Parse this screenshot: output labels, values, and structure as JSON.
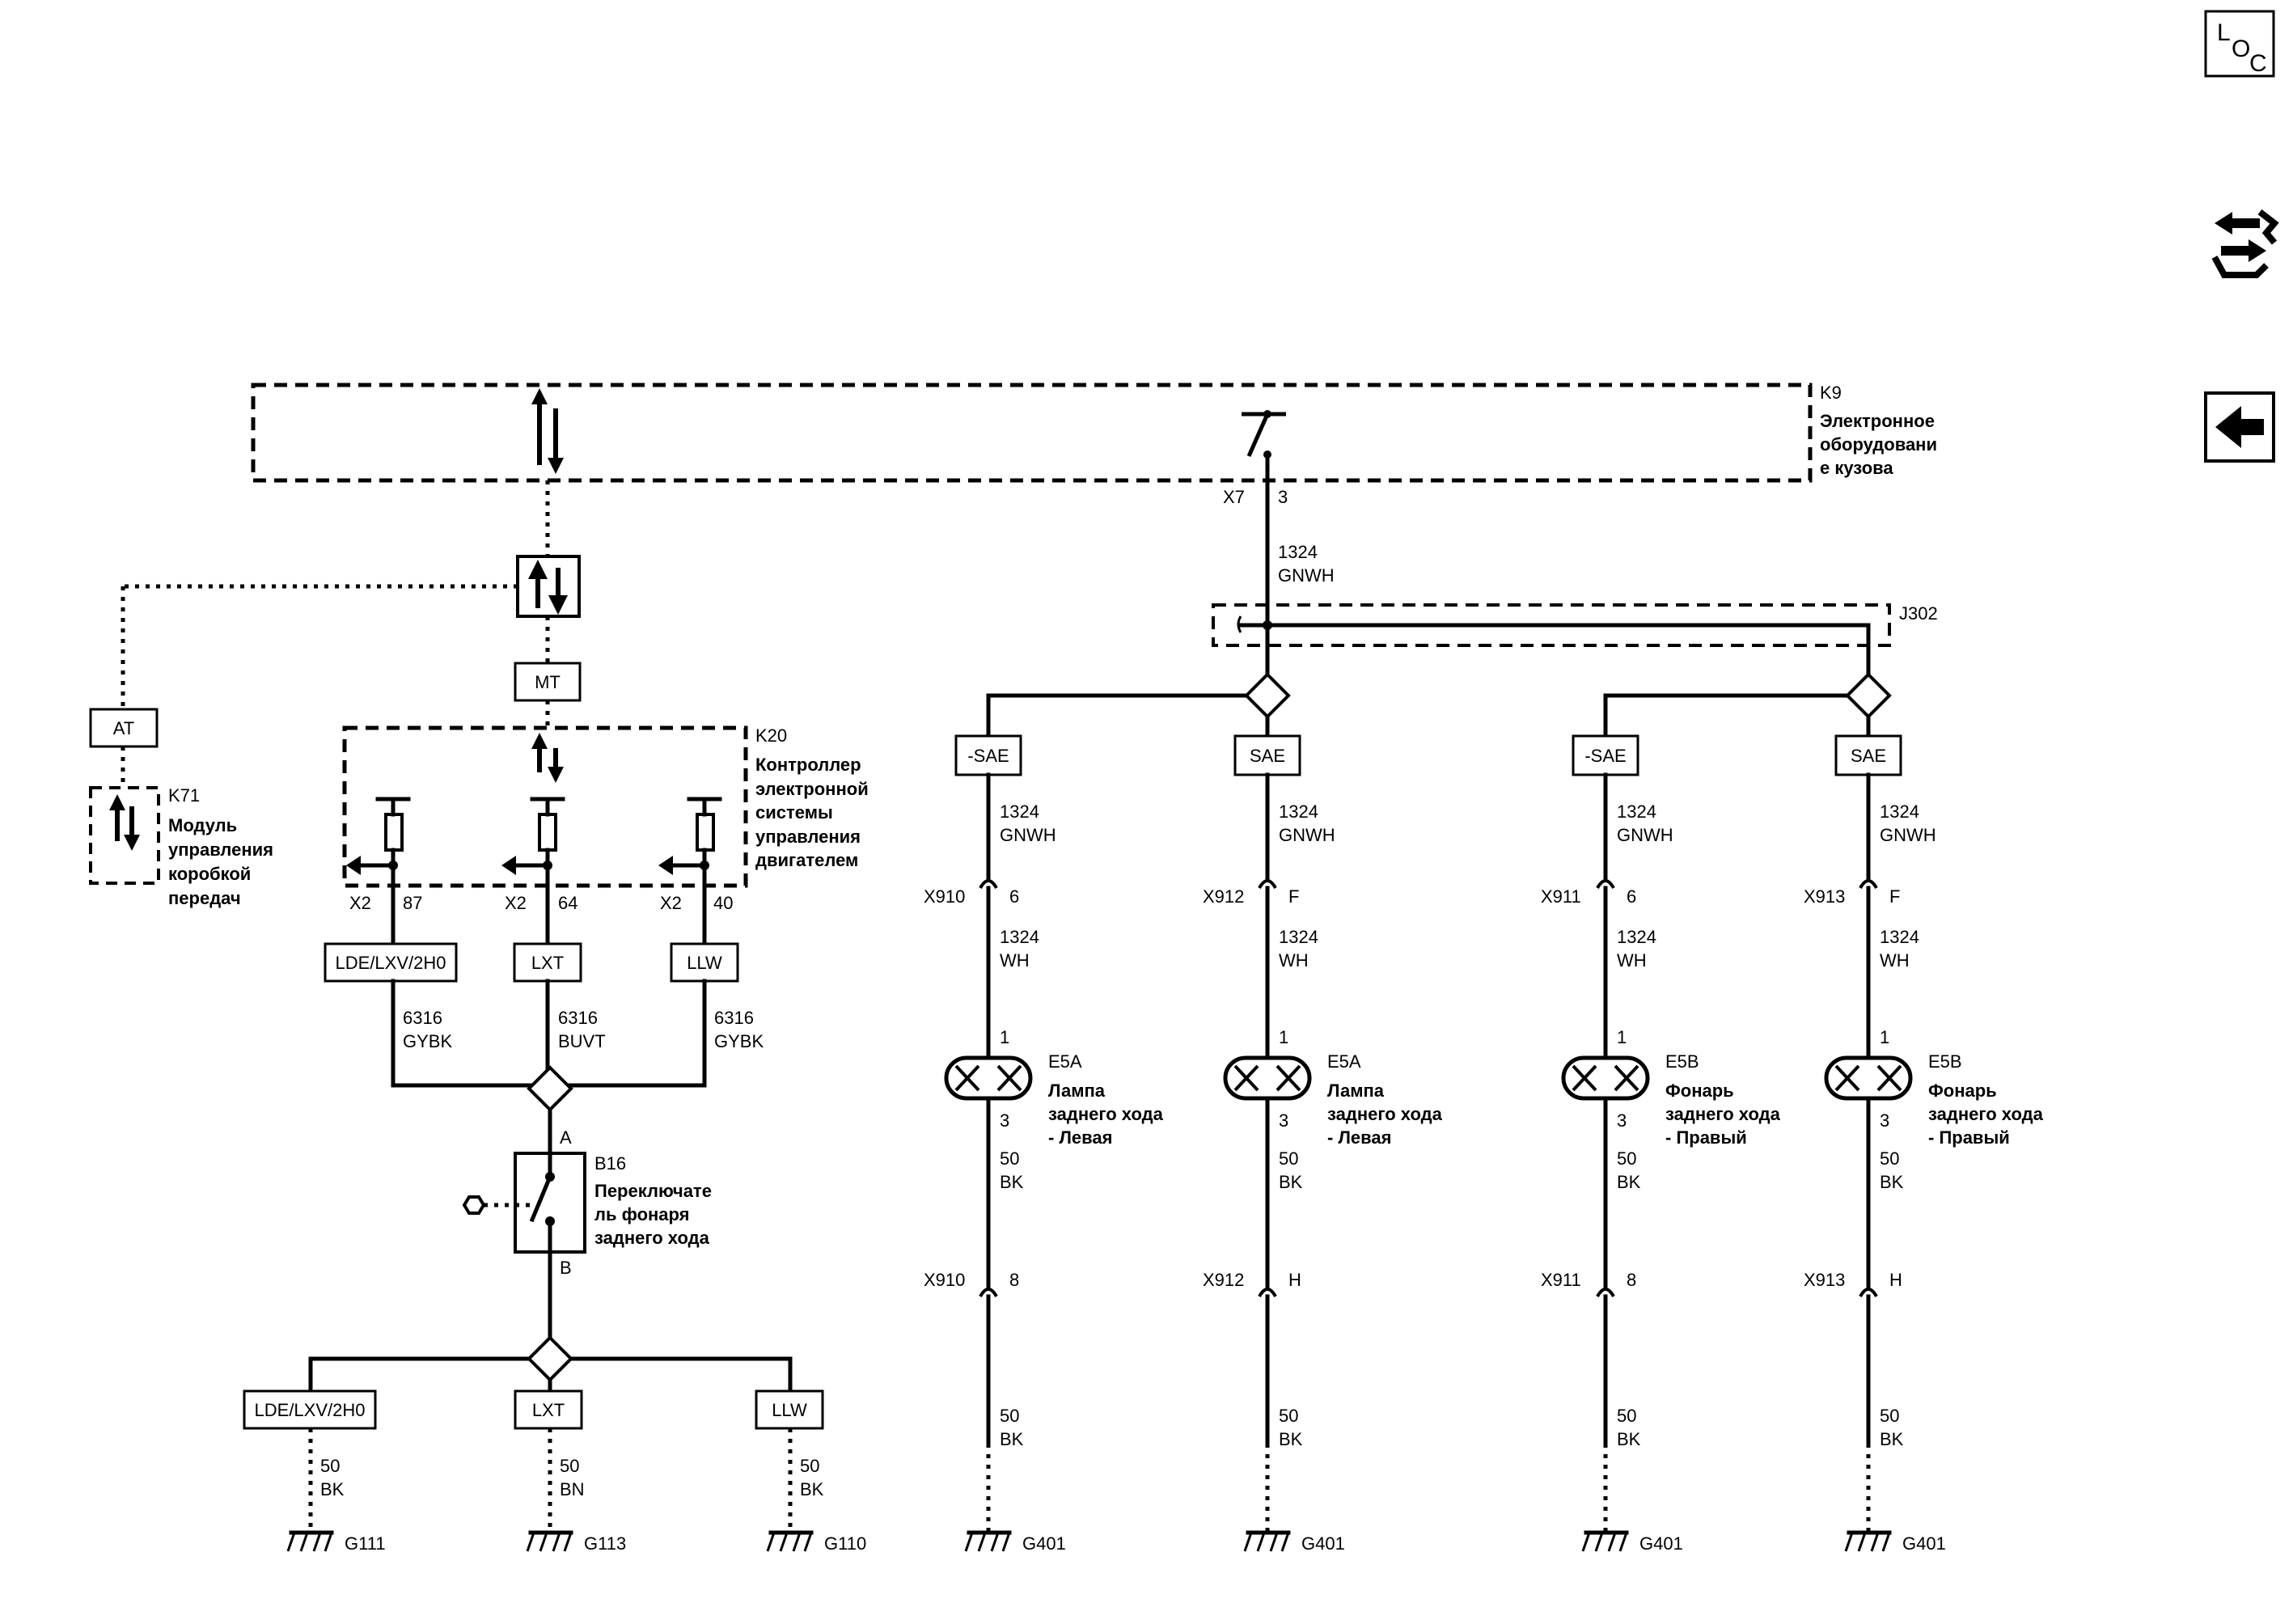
{
  "nav": {
    "loc": {
      "l": "L",
      "o": "O",
      "c": "C"
    },
    "icons": [
      "loc-icon",
      "connector-tools-icon",
      "back-arrow-icon"
    ]
  },
  "k9": {
    "code": "K9",
    "lines": [
      "Электронное",
      "оборудовани",
      "е кузова"
    ],
    "pin_conn": "X7",
    "pin": "3"
  },
  "j302": {
    "code": "J302"
  },
  "k20": {
    "code": "K20",
    "lines": [
      "Контроллер",
      "электронной",
      "системы",
      "управления",
      "двигателем"
    ]
  },
  "k71": {
    "code": "K71",
    "lines": [
      "Модуль",
      "управления",
      "коробкой",
      "передач"
    ]
  },
  "b16": {
    "code": "B16",
    "lines": [
      "Переключате",
      "ль фонаря",
      "заднего хода"
    ],
    "pin_a": "A",
    "pin_b": "B"
  },
  "tags": {
    "mt": "MT",
    "at": "AT"
  },
  "main_wire": {
    "circuit": "1324",
    "color": "GNWH"
  },
  "k20_branches": [
    {
      "conn": "X2",
      "pin": "87",
      "option": "LDE/LXV/2H0",
      "circuit": "6316",
      "color": "GYBK"
    },
    {
      "conn": "X2",
      "pin": "64",
      "option": "LXT",
      "circuit": "6316",
      "color": "BUVT"
    },
    {
      "conn": "X2",
      "pin": "40",
      "option": "LLW",
      "circuit": "6316",
      "color": "GYBK"
    }
  ],
  "grounds_left": [
    {
      "option": "LDE/LXV/2H0",
      "circuit": "50",
      "color": "BK",
      "ground": "G111"
    },
    {
      "option": "LXT",
      "circuit": "50",
      "color": "BN",
      "ground": "G113"
    },
    {
      "option": "LLW",
      "circuit": "50",
      "color": "BK",
      "ground": "G110"
    }
  ],
  "lamps": [
    {
      "option": "-SAE",
      "circuit": "1324",
      "color": "GNWH",
      "conn1": "X910",
      "pin1": "6",
      "circuit2": "1324",
      "color2": "WH",
      "lamp_pin_top": "1",
      "lamp_pin_bottom": "3",
      "code": "E5A",
      "lines": [
        "Лампа",
        "заднего хода",
        "- Левая"
      ],
      "circuit3": "50",
      "color3": "BK",
      "conn2": "X910",
      "pin2": "8",
      "circuit4": "50",
      "color4": "BK",
      "ground": "G401"
    },
    {
      "option": "SAE",
      "circuit": "1324",
      "color": "GNWH",
      "conn1": "X912",
      "pin1": "F",
      "circuit2": "1324",
      "color2": "WH",
      "lamp_pin_top": "1",
      "lamp_pin_bottom": "3",
      "code": "E5A",
      "lines": [
        "Лампа",
        "заднего хода",
        "- Левая"
      ],
      "circuit3": "50",
      "color3": "BK",
      "conn2": "X912",
      "pin2": "H",
      "circuit4": "50",
      "color4": "BK",
      "ground": "G401"
    },
    {
      "option": "-SAE",
      "circuit": "1324",
      "color": "GNWH",
      "conn1": "X911",
      "pin1": "6",
      "circuit2": "1324",
      "color2": "WH",
      "lamp_pin_top": "1",
      "lamp_pin_bottom": "3",
      "code": "E5B",
      "lines": [
        "Фонарь",
        "заднего хода",
        "- Правый"
      ],
      "circuit3": "50",
      "color3": "BK",
      "conn2": "X911",
      "pin2": "8",
      "circuit4": "50",
      "color4": "BK",
      "ground": "G401"
    },
    {
      "option": "SAE",
      "circuit": "1324",
      "color": "GNWH",
      "conn1": "X913",
      "pin1": "F",
      "circuit2": "1324",
      "color2": "WH",
      "lamp_pin_top": "1",
      "lamp_pin_bottom": "3",
      "code": "E5B",
      "lines": [
        "Фонарь",
        "заднего хода",
        "- Правый"
      ],
      "circuit3": "50",
      "color3": "BK",
      "conn2": "X913",
      "pin2": "H",
      "circuit4": "50",
      "color4": "BK",
      "ground": "G401"
    }
  ]
}
